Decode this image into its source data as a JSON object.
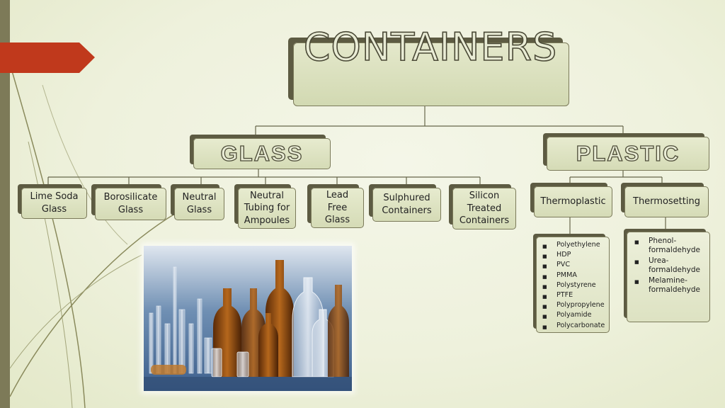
{
  "title": "CONTAINERS",
  "categories": [
    {
      "label": "GLASS",
      "types": [
        "Lime Soda Glass",
        "Borosilicate Glass",
        "Neutral Glass",
        "Neutral Tubing for Ampoules",
        "Lead Free Glass",
        "Sulphured Containers",
        "Silicon Treated Containers"
      ]
    },
    {
      "label": "PLASTIC",
      "types": [
        {
          "label": "Thermoplastic",
          "items": [
            "Polyethylene",
            "HDP",
            "PVC",
            "PMMA",
            "Polystyrene",
            "PTFE",
            "Polypropylene",
            "Polyamide",
            "Polycarbonate"
          ]
        },
        {
          "label": "Thermosetting",
          "items": [
            "Phenol-formaldehyde",
            "Urea-formaldehyde",
            "Melamine-formaldehyde"
          ]
        }
      ]
    }
  ],
  "colors": {
    "background": "#eef1dc",
    "accent_arrow": "#c0391c",
    "left_bar": "#7d7a58",
    "box_fill": "#dfe4c3",
    "box_shadow": "#5d5b42"
  },
  "image": {
    "subject": "glass-bottles-photo"
  }
}
